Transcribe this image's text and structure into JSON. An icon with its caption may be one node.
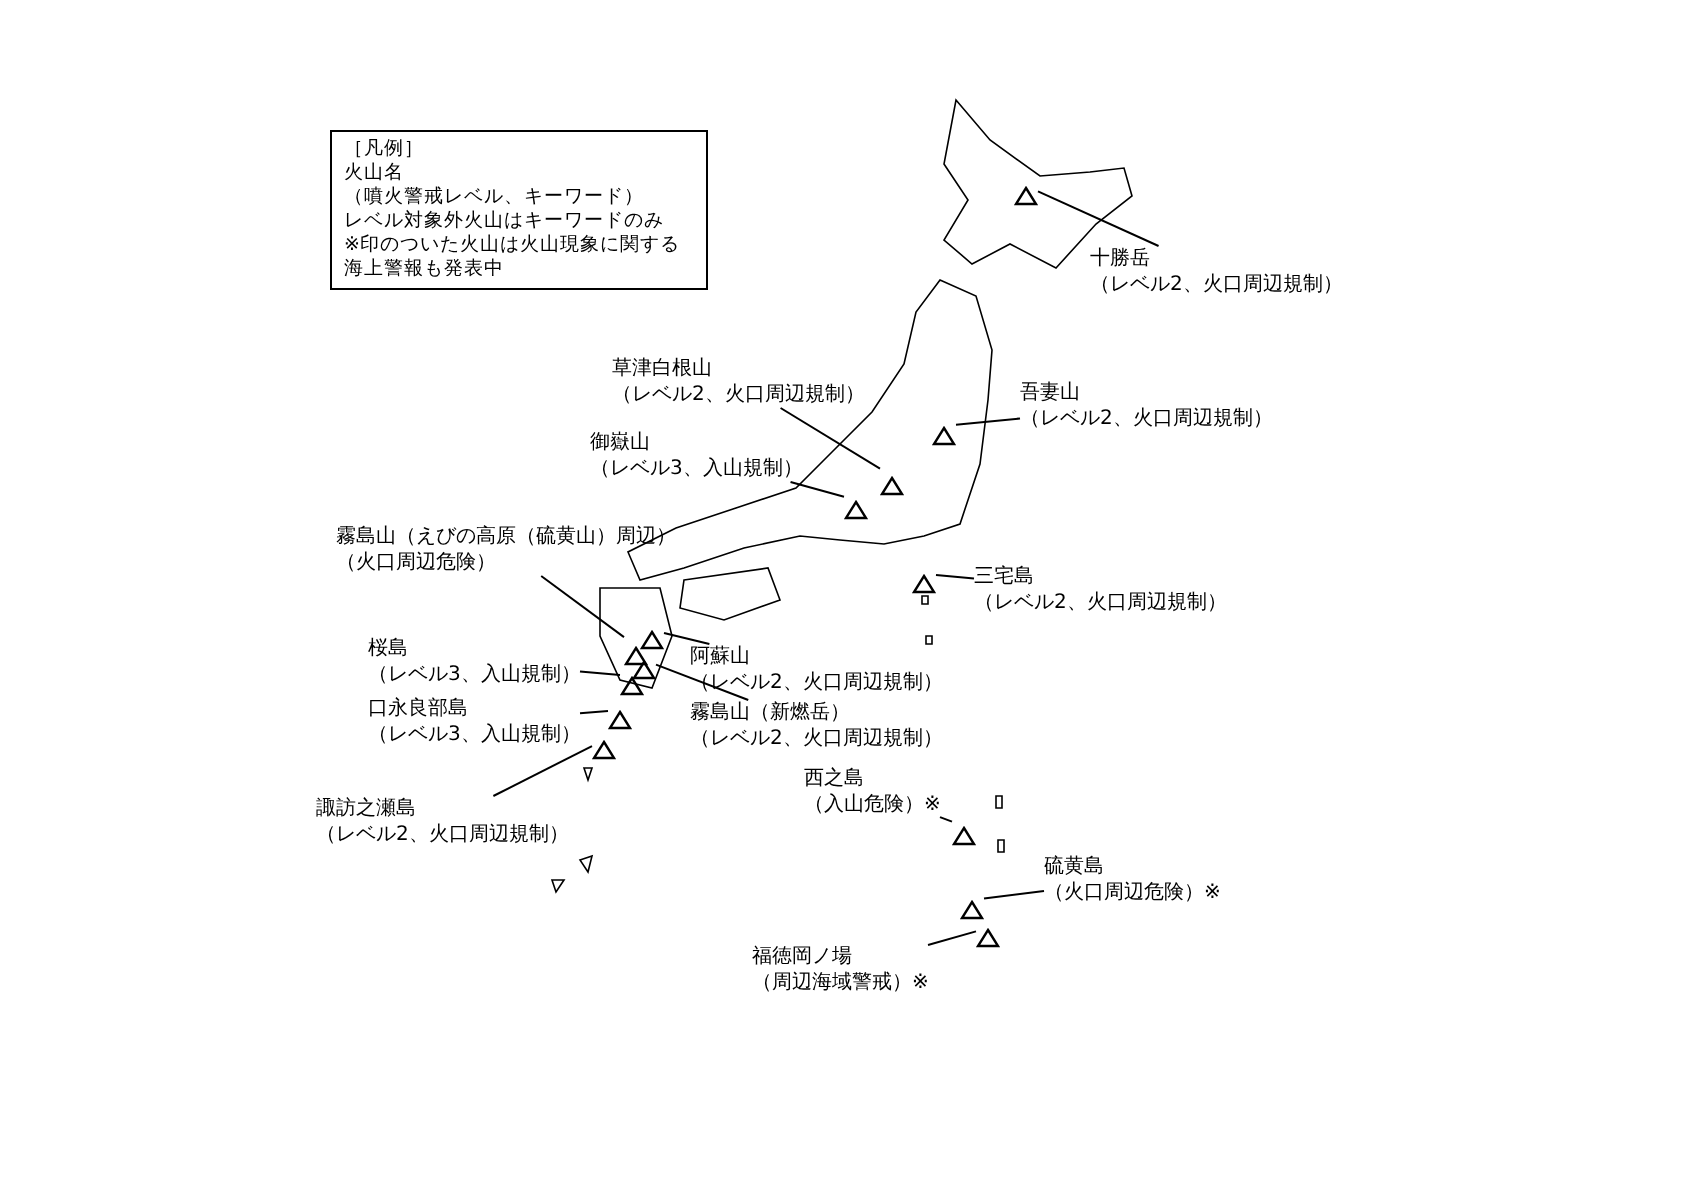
{
  "diagram": {
    "nodes": [
      {
        "text": [
          "［凡例］",
          "火山名",
          "（噴火警戒レベル、キーワード）",
          "レベル対象外火山はキーワードのみ",
          "※印のついた火山は火山現象に関する海上警報も発表中"
        ]
      },
      {
        "text": [
          "十勝岳",
          "（レベル2、火口周辺規制）"
        ]
      },
      {
        "text": [
          "草津白根山",
          "（レベル2、火口周辺規制）"
        ]
      },
      {
        "text": [
          "吾妻山",
          "（レベル2、火口周辺規制）"
        ]
      },
      {
        "text": [
          "御嶽山",
          "（レベル3、入山規制）"
        ]
      },
      {
        "text": [
          "霧島山（えびの高原（硫黄山）周辺）",
          "（火口周辺危険）"
        ]
      },
      {
        "text": [
          "三宅島",
          "（レベル2、火口周辺規制）"
        ]
      },
      {
        "text": [
          "桜島",
          "（レベル3、入山規制）"
        ]
      },
      {
        "text": [
          "阿蘇山",
          "（レベル2、火口周辺規制）"
        ]
      },
      {
        "text": [
          "口永良部島",
          "（レベル3、入山規制）"
        ]
      },
      {
        "text": [
          "霧島山（新燃岳）",
          "（レベル2、火口周辺規制）"
        ]
      },
      {
        "text": [
          "西之島",
          "（入山危険）※"
        ]
      },
      {
        "text": [
          "諏訪之瀬島",
          "（レベル2、火口周辺規制）"
        ]
      },
      {
        "text": [
          "硫黄島",
          "（火口周辺危険）※"
        ]
      },
      {
        "text": [
          "福徳岡ノ場",
          "（周辺海域警戒）※"
        ]
      },
      {
        "text": [],
        "shape": "triangle"
      },
      {
        "text": [],
        "shape": "triangle"
      },
      {
        "text": [],
        "shape": "triangle"
      },
      {
        "text": [],
        "shape": "triangle"
      },
      {
        "text": [],
        "shape": "triangle"
      },
      {
        "text": [],
        "shape": "triangle"
      },
      {
        "text": [],
        "shape": "triangle"
      },
      {
        "text": [],
        "shape": "triangle"
      },
      {
        "text": [],
        "shape": "triangle"
      },
      {
        "text": [],
        "shape": "triangle"
      },
      {
        "text": [],
        "shape": "triangle"
      },
      {
        "text": [],
        "shape": "triangle"
      },
      {
        "text": [],
        "shape": "triangle"
      },
      {
        "text": [],
        "shape": "triangle"
      }
    ],
    "edges": [
      {
        "from": 1,
        "to": 28,
        "arrow": "none"
      },
      {
        "from": 2,
        "to": 22,
        "arrow": "none"
      },
      {
        "from": 3,
        "to": 24,
        "arrow": "none"
      },
      {
        "from": 4,
        "to": 21,
        "arrow": "none"
      },
      {
        "from": 5,
        "to": 18,
        "arrow": "none"
      },
      {
        "from": 6,
        "to": 23,
        "arrow": "none"
      },
      {
        "from": 7,
        "to": 17,
        "arrow": "none"
      },
      {
        "from": 8,
        "to": 20,
        "arrow": "none"
      },
      {
        "from": 9,
        "to": 16,
        "arrow": "none"
      },
      {
        "from": 10,
        "to": 19,
        "arrow": "none"
      },
      {
        "from": 11,
        "to": 25,
        "arrow": "none"
      },
      {
        "from": 12,
        "to": 15,
        "arrow": "none"
      },
      {
        "from": 13,
        "to": 26,
        "arrow": "none"
      },
      {
        "from": 14,
        "to": 27,
        "arrow": "none"
      }
    ]
  }
}
